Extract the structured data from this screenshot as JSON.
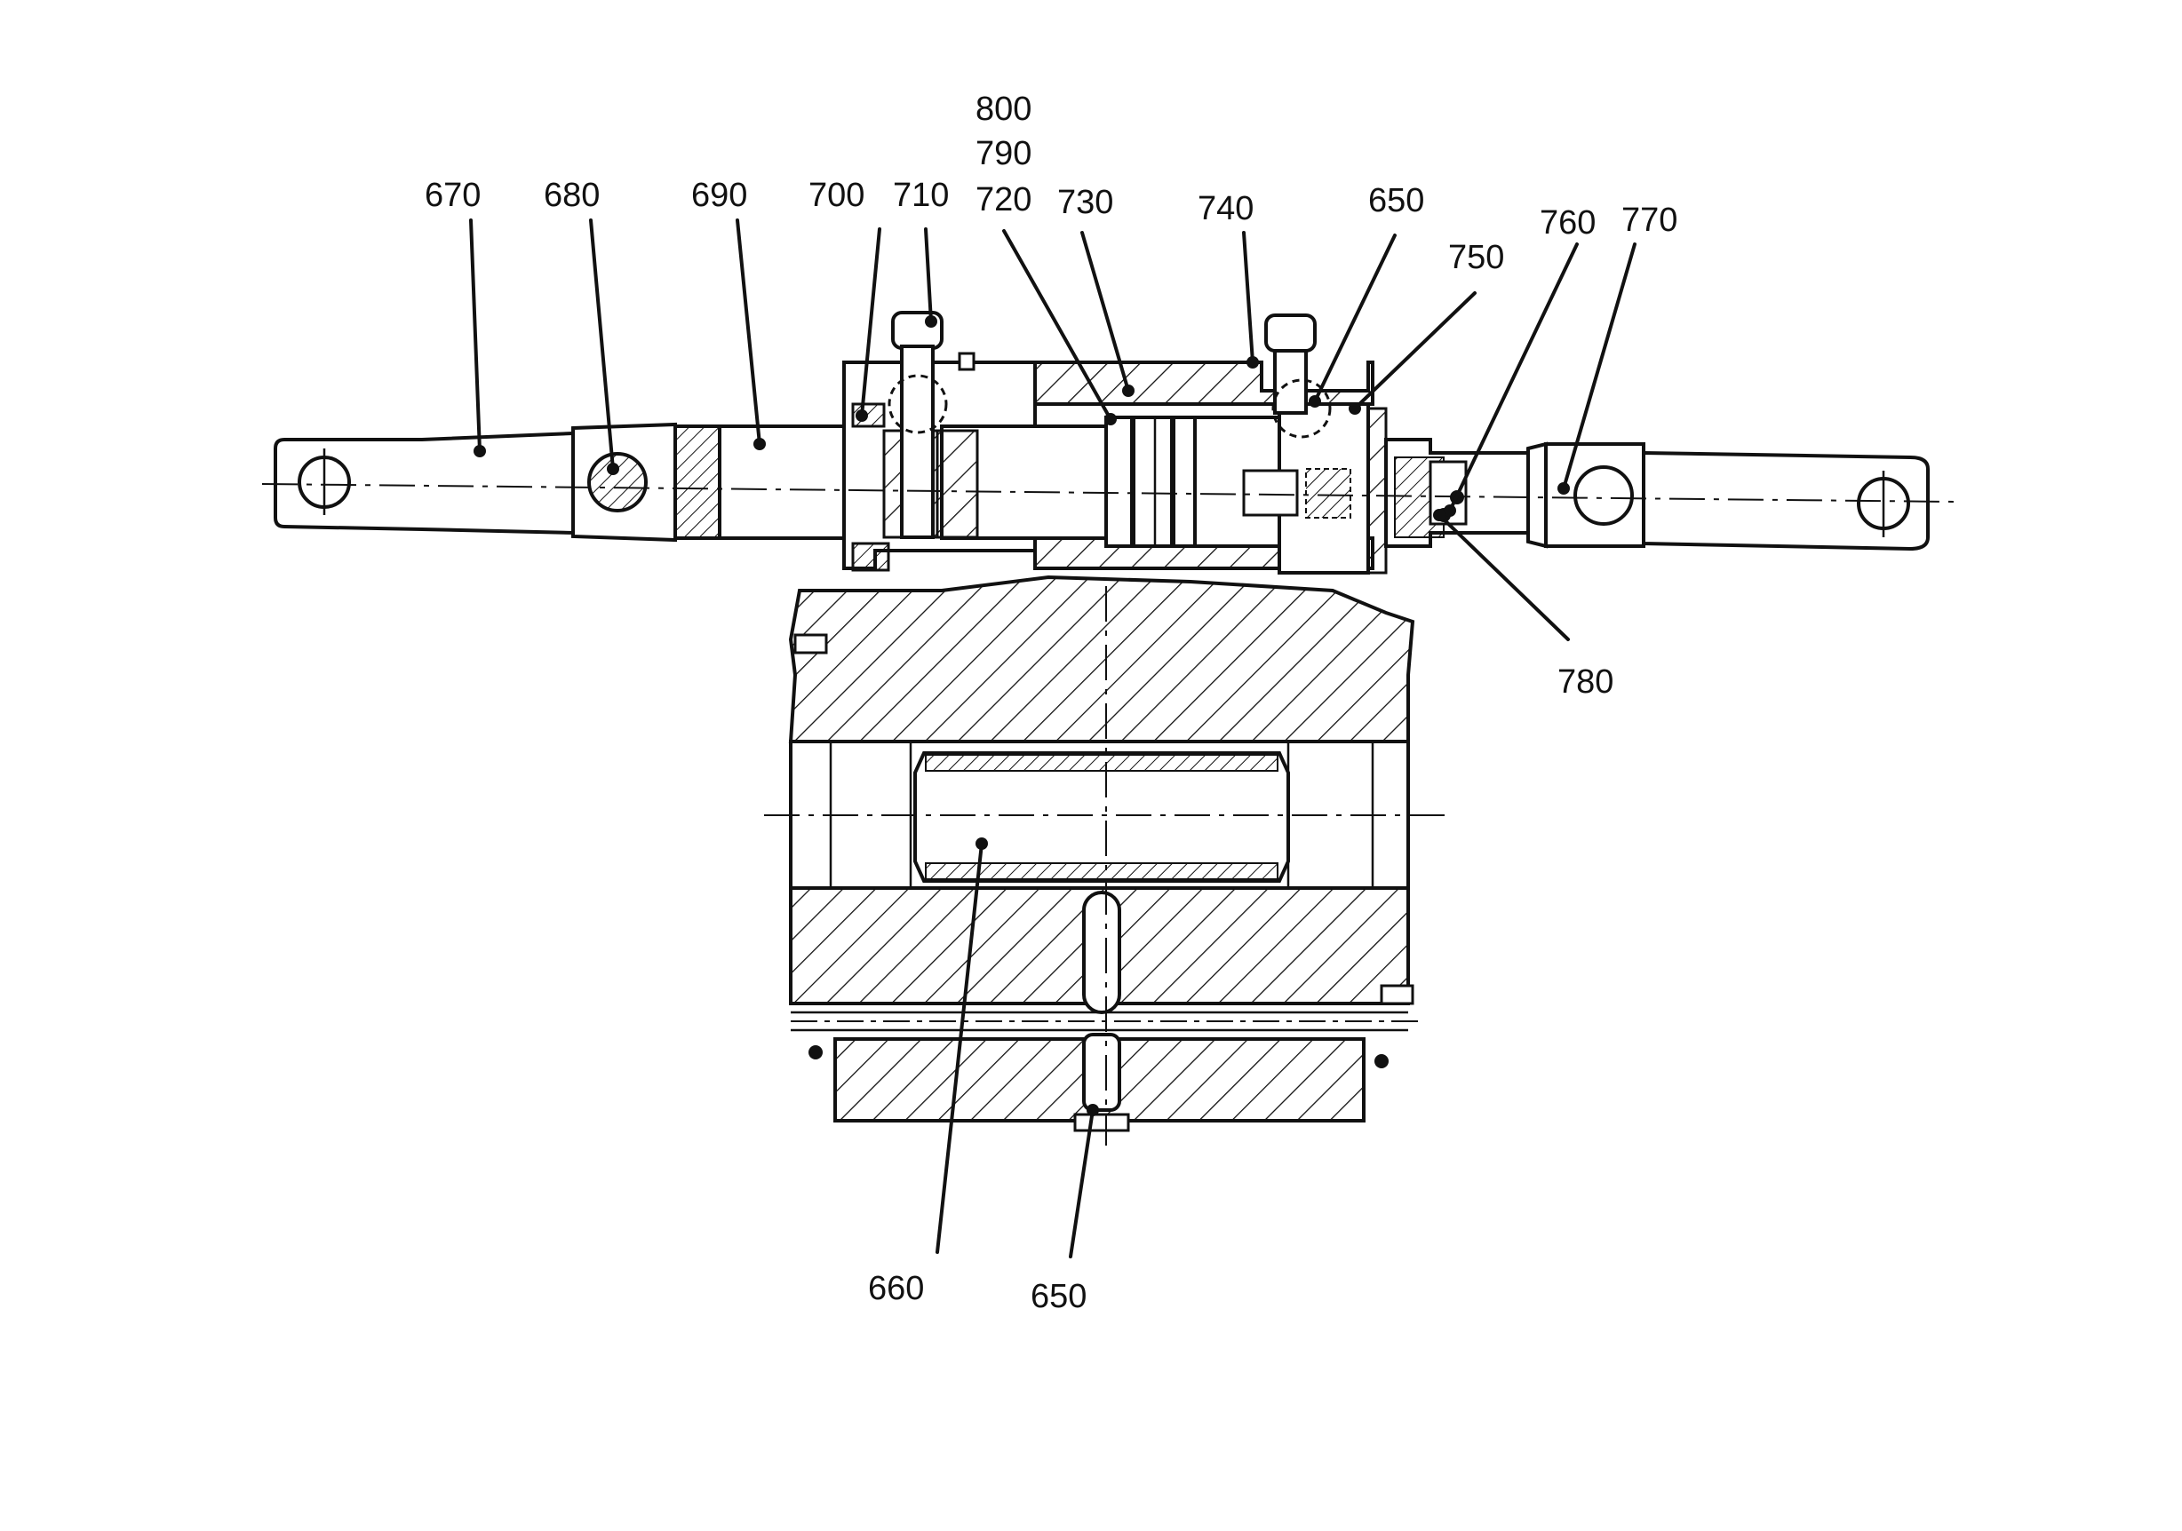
{
  "figure": {
    "labels": [
      "670",
      "680",
      "690",
      "700",
      "710",
      "800",
      "790",
      "720",
      "730",
      "740",
      "650",
      "750",
      "760",
      "770",
      "780",
      "660",
      "650"
    ]
  }
}
